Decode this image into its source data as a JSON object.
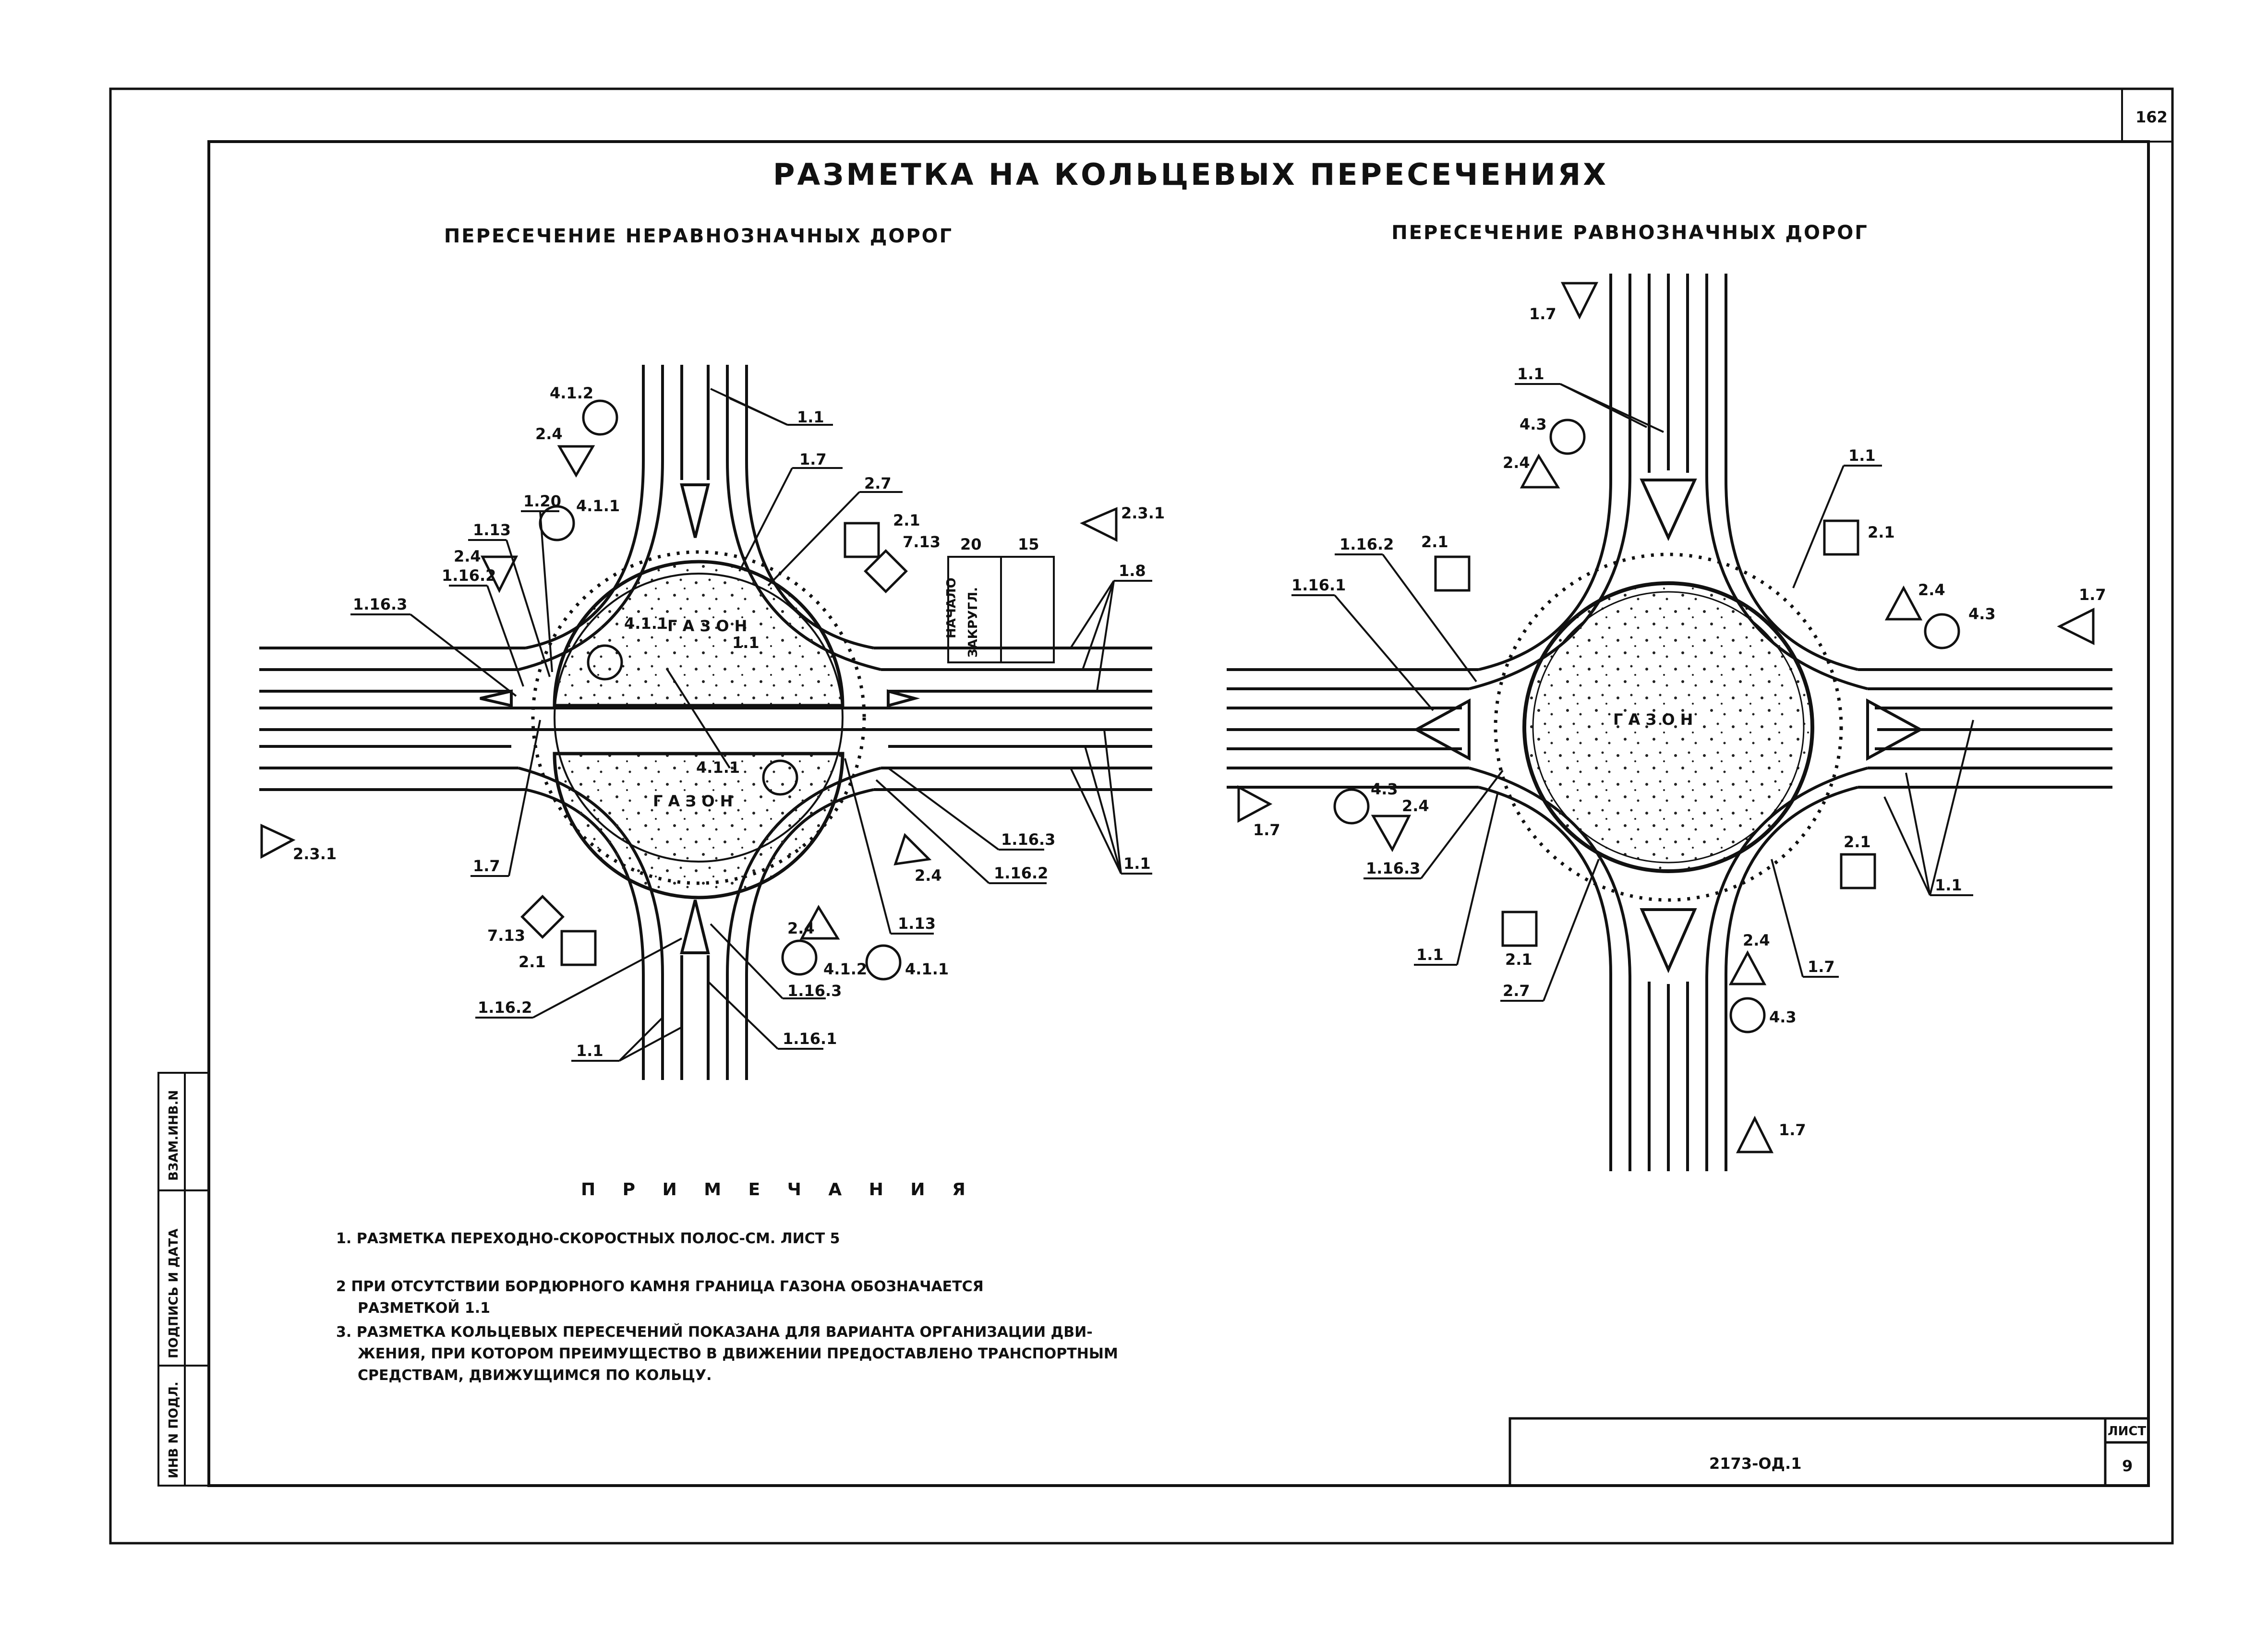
{
  "page_number": "162",
  "title": "РАЗМЕТКА НА КОЛЬЦЕВЫХ ПЕРЕСЕЧЕНИЯХ",
  "left_diagram": {
    "subtitle": "ПЕРЕСЕЧЕНИЕ НЕРАВНОЗНАЧНЫХ ДОРОГ",
    "island_label": "Г А З О Н",
    "dim_20": "20",
    "dim_15": "15",
    "start_label": "НАЧАЛО",
    "curve_label": "ЗАКРУГЛ.",
    "labels": {
      "l_4_1_2_top": "4.1.2",
      "l_2_4_top": "2.4",
      "l_1_1_top": "1.1",
      "l_1_7_top": "1.7",
      "l_2_7": "2.7",
      "l_2_1_top": "2.1",
      "l_7_13_top": "7.13",
      "l_2_3_1_right": "2.3.1",
      "l_1_8": "1.8",
      "l_4_1_1_top": "4.1.1",
      "l_1_20": "1.20",
      "l_1_13_top": "1.13",
      "l_1_16_2_top": "1.16.2",
      "l_2_4_left": "2.4",
      "l_1_16_3_top": "1.16.3",
      "l_4_1_1_center": "4.1.1",
      "l_1_1_center": "1.1",
      "l_4_1_1_lower": "4.1.1",
      "l_2_3_1_left": "2.3.1",
      "l_1_7_left": "1.7",
      "l_7_13_bottom": "7.13",
      "l_2_1_bottom": "2.1",
      "l_1_16_2_bottom": "1.16.2",
      "l_1_1_bottom": "1.1",
      "l_2_4_bottom": "2.4",
      "l_4_1_2_bottom": "4.1.2",
      "l_4_1_1_bottom": "4.1.1",
      "l_1_16_3_bottom": "1.16.3",
      "l_1_16_1": "1.16.1",
      "l_1_13_bottom": "1.13",
      "l_2_4_right": "2.4",
      "l_1_16_3_right": "1.16.3",
      "l_1_16_2_right": "1.16.2",
      "l_1_1_right": "1.1"
    }
  },
  "right_diagram": {
    "subtitle": "ПЕРЕСЕЧЕНИЕ РАВНОЗНАЧНЫХ ДОРОГ",
    "island_label": "Г А З О Н",
    "labels": {
      "r_1_7_top": "1.7",
      "r_1_1_top": "1.1",
      "r_4_3_top": "4.3",
      "r_2_4_top": "2.4",
      "r_1_1_right_top": "1.1",
      "r_2_1_top_right": "2.1",
      "r_2_1_top_left": "2.1",
      "r_1_16_2": "1.16.2",
      "r_1_16_1": "1.16.1",
      "r_2_4_right": "2.4",
      "r_4_3_right": "4.3",
      "r_1_7_right": "1.7",
      "r_1_7_left": "1.7",
      "r_4_3_left": "4.3",
      "r_2_4_left": "2.4",
      "r_1_16_3": "1.16.3",
      "r_1_1_bottom_left": "1.1",
      "r_2_1_bottom_left": "2.1",
      "r_2_7": "2.7",
      "r_1_7_bottom_mid": "1.7",
      "r_2_1_bottom_right": "2.1",
      "r_2_4_bottom": "2.4",
      "r_4_3_bottom": "4.3",
      "r_1_1_bottom_right": "1.1",
      "r_1_7_bottom": "1.7"
    }
  },
  "notes": {
    "heading": "П Р И М Е Ч А Н И Я",
    "n1": "1. РАЗМЕТКА ПЕРЕХОДНО-СКОРОСТНЫХ ПОЛОС-СМ. ЛИСТ 5",
    "n2_a": "2 ПРИ ОТСУТСТВИИ БОРДЮРНОГО КАМНЯ ГРАНИЦА ГАЗОНА ОБОЗНАЧАЕТСЯ",
    "n2_b": "РАЗМЕТКОЙ 1.1",
    "n3_a": "3. РАЗМЕТКА КОЛЬЦЕВЫХ ПЕРЕСЕЧЕНИЙ ПОКАЗАНА ДЛЯ ВАРИАНТА ОРГАНИЗАЦИИ ДВИ-",
    "n3_b": "ЖЕНИЯ, ПРИ КОТОРОМ ПРЕИМУЩЕСТВО В ДВИЖЕНИИ ПРЕДОСТАВЛЕНО ТРАНСПОРТНЫМ",
    "n3_c": "СРЕДСТВАМ, ДВИЖУЩИМСЯ ПО КОЛЬЦУ."
  },
  "side_stamp": {
    "inv": "ИНВ N ПОДЛ.",
    "sign": "ПОДПИСЬ И ДАТА",
    "replace": "ВЗАМ.ИНВ.N"
  },
  "title_block": {
    "doc_code": "2173-ОД.1",
    "sheet_label": "ЛИСТ",
    "sheet_no": "9"
  }
}
